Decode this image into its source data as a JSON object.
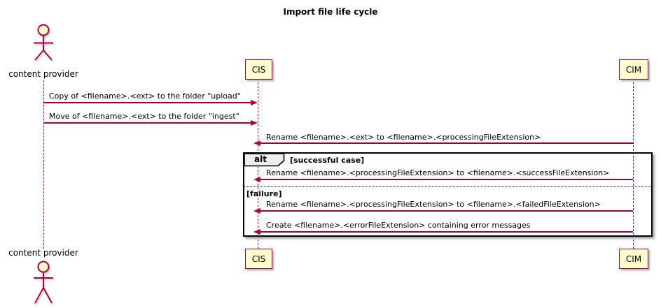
{
  "title": "Import file life cycle",
  "actor": {
    "label": "content provider"
  },
  "participants": {
    "cis": "CIS",
    "cim": "CIM"
  },
  "messages": [
    {
      "from": "content provider",
      "to": "CIS",
      "direction": "right",
      "label": "Copy of <filename>.<ext> to the folder \"upload\""
    },
    {
      "from": "content provider",
      "to": "CIS",
      "direction": "right",
      "label": "Move of <filename>.<ext> to the folder \"ingest\""
    },
    {
      "from": "CIM",
      "to": "CIS",
      "direction": "left",
      "label": "Rename <filename>.<ext> to <filename>.<processingFileExtension>"
    },
    {
      "from": "CIM",
      "to": "CIS",
      "direction": "left",
      "label": "Rename <filename>.<processingFileExtension> to <filename>.<successFileExtension>"
    },
    {
      "from": "CIM",
      "to": "CIS",
      "direction": "left",
      "label": "Rename <filename>.<processingFileExtension> to <filename>.<failedFileExtension>"
    },
    {
      "from": "CIM",
      "to": "CIS",
      "direction": "left",
      "label": "Create <filename>.<errorFileExtension> containing error messages"
    }
  ],
  "alt_frame": {
    "operator": "alt",
    "success_label": "[successful case]",
    "failure_label": "[failure]"
  },
  "colors": {
    "line": "#A80036",
    "participant_fill": "#FEFECE",
    "participant_border": "#A80036",
    "frame_border": "#000000",
    "operator_fill": "#EEEEEE",
    "text": "#000000"
  }
}
